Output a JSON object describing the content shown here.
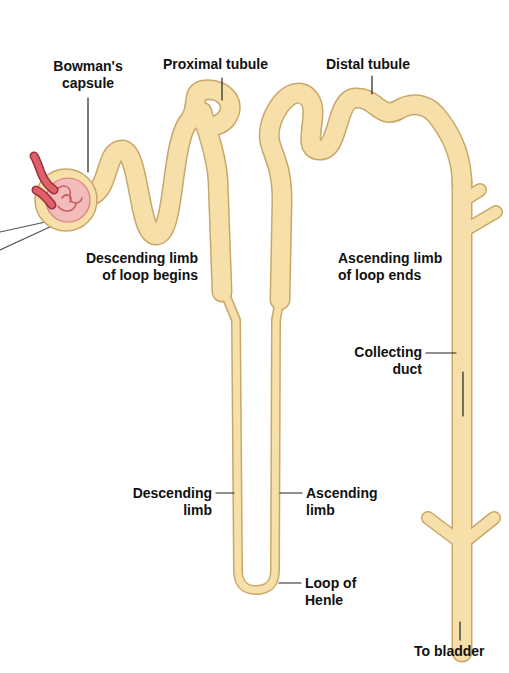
{
  "diagram": {
    "labels": [
      "Bowman's capsule",
      "Proximal tubule",
      "Distal tubule",
      "Descending limb of loop begins",
      "Ascending limb of loop ends",
      "Collecting duct",
      "Descending limb",
      "Ascending limb",
      "Loop of Henle",
      "To bladder"
    ]
  }
}
